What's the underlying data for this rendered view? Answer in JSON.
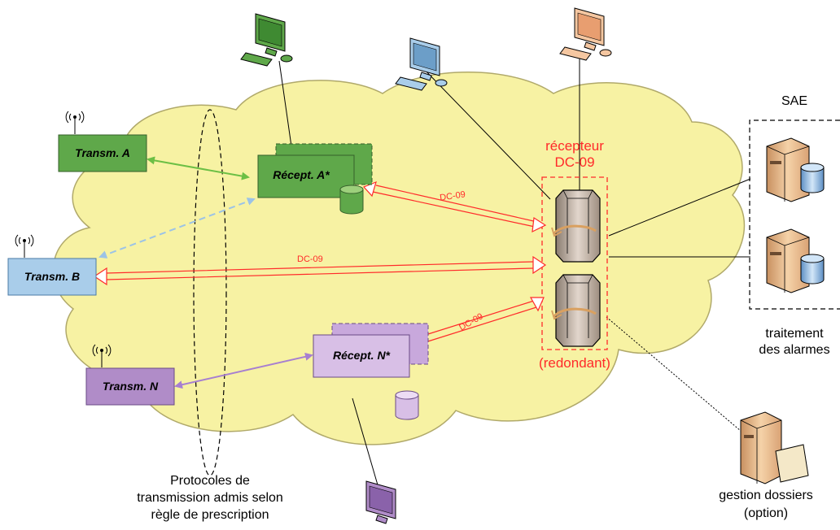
{
  "transmitters": {
    "a": {
      "label": "Transm. A",
      "color": "#5fa84a"
    },
    "b": {
      "label": "Transm. B",
      "color": "#a9cdea"
    },
    "n": {
      "label": "Transm. N",
      "color": "#b08cc8"
    }
  },
  "receivers": {
    "a": {
      "label": "Récept. A*",
      "color": "#5fa84a"
    },
    "n": {
      "label": "Récept. N*",
      "color": "#c8a8dc"
    }
  },
  "central_receiver": {
    "title_line1": "récepteur",
    "title_line2": "DC-09",
    "redundant": "(redondant)",
    "color": "#ff2a2a"
  },
  "links": {
    "dc09_a": "DC-09",
    "dc09_b": "DC-09",
    "dc09_n": "DC-09"
  },
  "sae": {
    "title": "SAE",
    "caption_line1": "traitement",
    "caption_line2": "des alarmes"
  },
  "dossiers": {
    "caption_line1": "gestion dossiers",
    "caption_line2": "(option)"
  },
  "protocols": {
    "line1": "Protocoles de",
    "line2": "transmission admis selon",
    "line3": "règle de prescription"
  },
  "colors": {
    "cloud": "#f7f2a3",
    "dc09": "#ff2a2a",
    "link_a": "#6cbf45",
    "link_b": "#9cc3e6",
    "link_n": "#a77fd0"
  }
}
